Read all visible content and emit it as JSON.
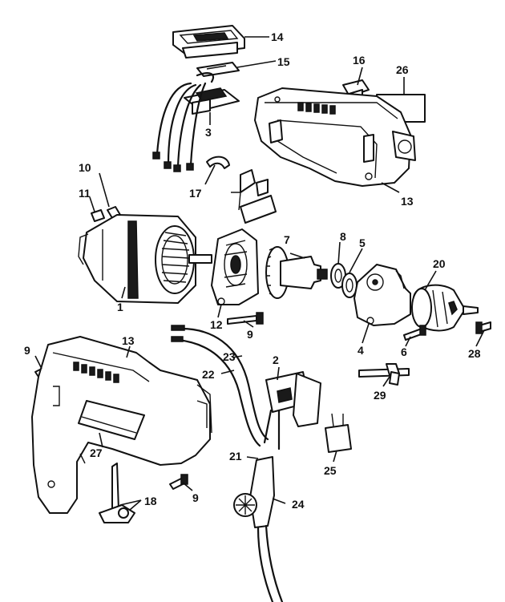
{
  "callouts": [
    {
      "id": "c14",
      "text": "14"
    },
    {
      "id": "c15",
      "text": "15"
    },
    {
      "id": "c16",
      "text": "16"
    },
    {
      "id": "c26",
      "text": "26"
    },
    {
      "id": "c3",
      "text": "3"
    },
    {
      "id": "c13a",
      "text": "13"
    },
    {
      "id": "c10",
      "text": "10"
    },
    {
      "id": "c11",
      "text": "11"
    },
    {
      "id": "c17",
      "text": "17"
    },
    {
      "id": "c7",
      "text": "7"
    },
    {
      "id": "c8",
      "text": "8"
    },
    {
      "id": "c5",
      "text": "5"
    },
    {
      "id": "c20",
      "text": "20"
    },
    {
      "id": "c1",
      "text": "1"
    },
    {
      "id": "c12",
      "text": "12"
    },
    {
      "id": "c9a",
      "text": "9"
    },
    {
      "id": "c4",
      "text": "4"
    },
    {
      "id": "c6",
      "text": "6"
    },
    {
      "id": "c28",
      "text": "28"
    },
    {
      "id": "c9b",
      "text": "9"
    },
    {
      "id": "c13b",
      "text": "13"
    },
    {
      "id": "c2",
      "text": "2"
    },
    {
      "id": "c23",
      "text": "23"
    },
    {
      "id": "c22",
      "text": "22"
    },
    {
      "id": "c29",
      "text": "29"
    },
    {
      "id": "c27",
      "text": "27"
    },
    {
      "id": "c21",
      "text": "21"
    },
    {
      "id": "c25",
      "text": "25"
    },
    {
      "id": "c9c",
      "text": "9"
    },
    {
      "id": "c18",
      "text": "18"
    },
    {
      "id": "c24",
      "text": "24"
    }
  ]
}
